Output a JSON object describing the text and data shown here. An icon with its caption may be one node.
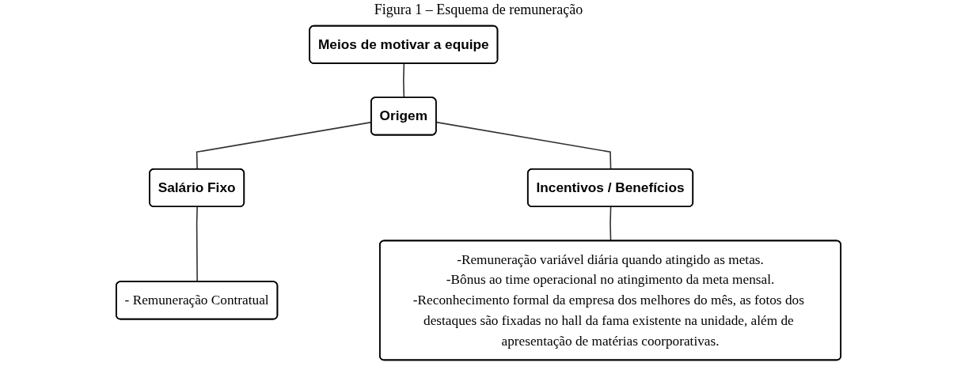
{
  "diagram": {
    "title": "Figura 1 – Esquema de remuneração",
    "nodes": [
      {
        "text": [
          "Meios de motivar a equipe"
        ]
      },
      {
        "text": [
          "Origem"
        ]
      },
      {
        "text": [
          "Salário Fixo"
        ]
      },
      {
        "text": [
          "Incentivos / Benefícios"
        ]
      },
      {
        "text": [
          "- Remuneração Contratual"
        ]
      },
      {
        "text": [
          "-Remuneração variável diária quando atingido as metas.",
          "-Bônus ao time operacional no atingimento da meta mensal.",
          "-Reconhecimento formal da empresa dos melhores do mês, as fotos dos destaques são fixadas no hall da fama existente na unidade, além de apresentação de matérias coorporativas."
        ]
      }
    ],
    "edges": [
      {
        "from": 0,
        "to": 1,
        "arrow": "none"
      },
      {
        "from": 1,
        "to": 2,
        "arrow": "none"
      },
      {
        "from": 1,
        "to": 3,
        "arrow": "none"
      },
      {
        "from": 2,
        "to": 4,
        "arrow": "none"
      },
      {
        "from": 3,
        "to": 5,
        "arrow": "none"
      }
    ]
  }
}
